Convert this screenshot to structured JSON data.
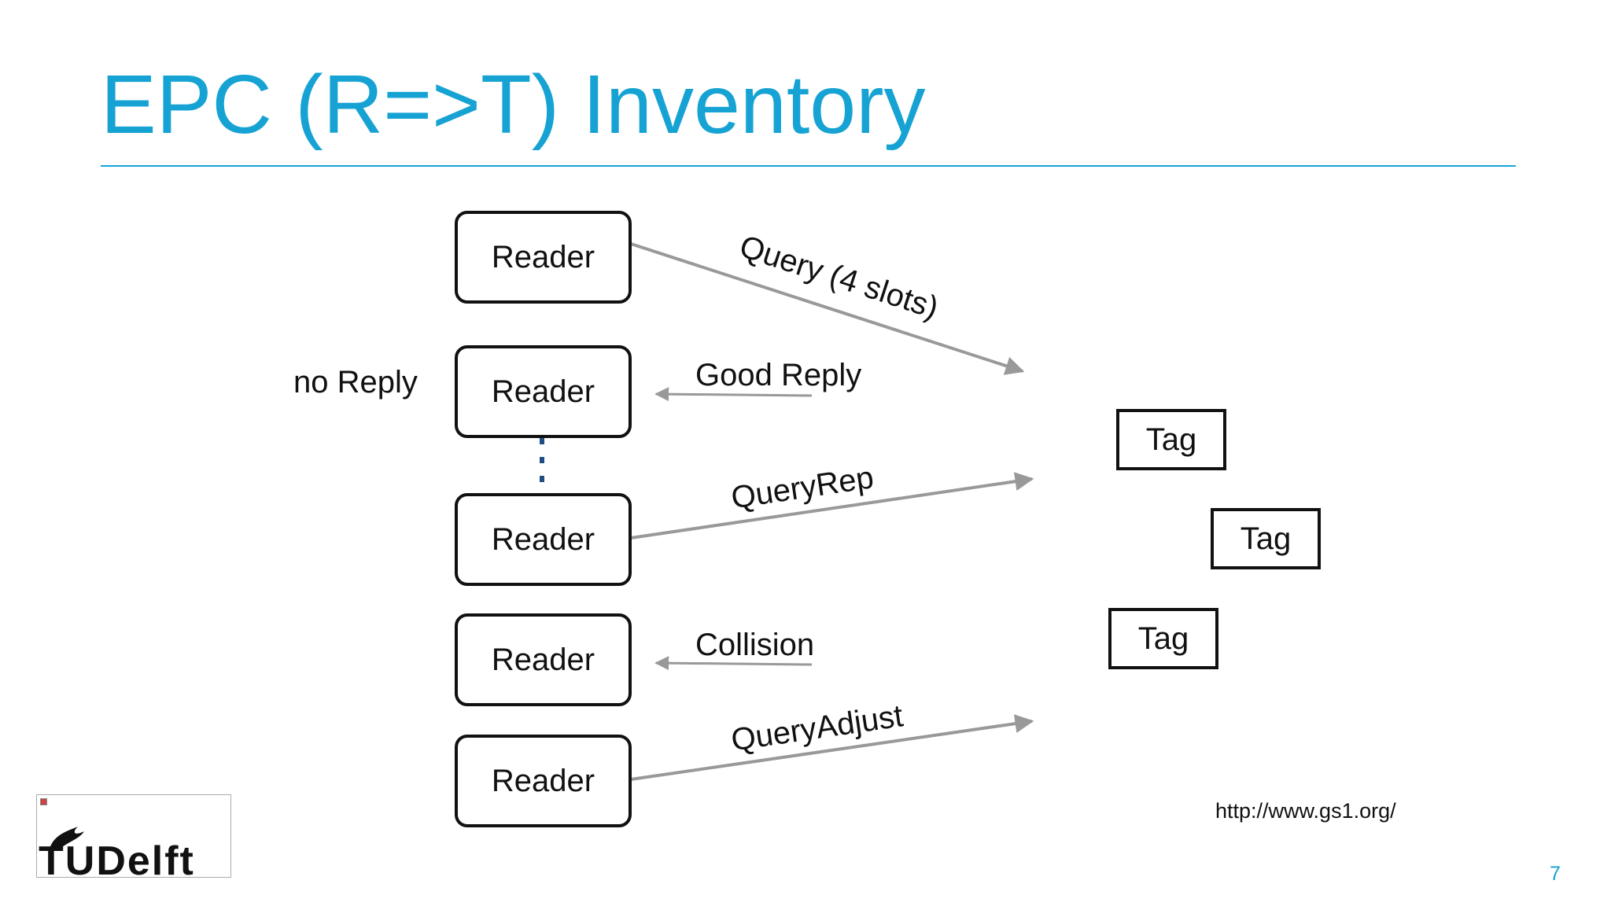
{
  "slide": {
    "title": "EPC (R=>T) Inventory",
    "page_number": "7",
    "source_url": "http://www.gs1.org/"
  },
  "readers": [
    {
      "label": "Reader"
    },
    {
      "label": "Reader"
    },
    {
      "label": "Reader"
    },
    {
      "label": "Reader"
    },
    {
      "label": "Reader"
    }
  ],
  "tags": [
    {
      "label": "Tag"
    },
    {
      "label": "Tag"
    },
    {
      "label": "Tag"
    }
  ],
  "messages": {
    "query": "Query (4 slots)",
    "good_reply": "Good Reply",
    "no_reply": "no Reply",
    "query_rep": "QueryRep",
    "collision": "Collision",
    "query_adjust": "QueryAdjust"
  },
  "logo": {
    "text": "TUDelft",
    "icon": "flame-icon"
  },
  "colors": {
    "accent": "#16a3d4",
    "arrow": "#999999",
    "text": "#111111",
    "ellipsis": "#1f4f82"
  }
}
